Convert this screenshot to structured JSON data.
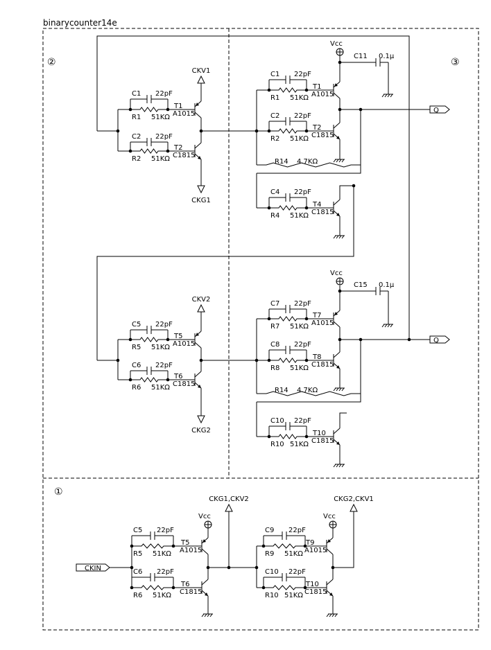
{
  "title": "binarycounter14e",
  "sections": {
    "s1": "①",
    "s2": "②",
    "s3": "③"
  },
  "nets": {
    "vcc": "Vcc",
    "ckv1": "CKV1",
    "ckg1": "CKG1",
    "ckv2": "CKV2",
    "ckg2": "CKG2",
    "ckg1ckv2": "CKG1,CKV2",
    "ckg2ckv1": "CKG2,CKV1",
    "ckin": "CKIN",
    "q": "Q",
    "qbar": "Q"
  },
  "values": {
    "cap": "22pF",
    "res": "51KΩ",
    "r14val": "4.7KΩ",
    "bypass": "0.1μ",
    "pnp": "A1015",
    "npn": "C1815"
  },
  "refs": {
    "C1": "C1",
    "C2": "C2",
    "C4": "C4",
    "C5": "C5",
    "C6": "C6",
    "C7": "C7",
    "C8": "C8",
    "C9": "C9",
    "C10": "C10",
    "C11": "C11",
    "C15": "C15",
    "R1": "R1",
    "R2": "R2",
    "R4": "R4",
    "R5": "R5",
    "R6": "R6",
    "R7": "R7",
    "R8": "R8",
    "R9": "R9",
    "R10": "R10",
    "R14": "R14",
    "T1": "T1",
    "T2": "T2",
    "T4": "T4",
    "T5": "T5",
    "T6": "T6",
    "T7": "T7",
    "T8": "T8",
    "T9": "T9",
    "T10": "T10"
  }
}
